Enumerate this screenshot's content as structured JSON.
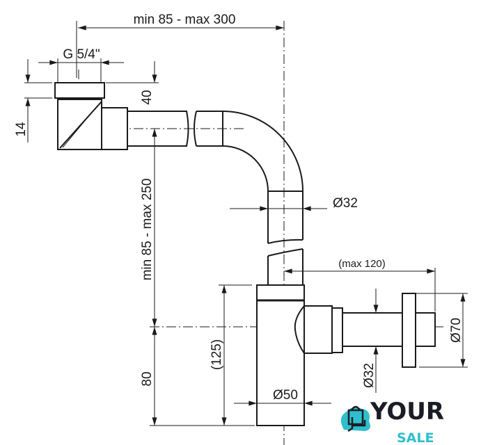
{
  "dimensions": {
    "top_width": "min 85 - max 300",
    "thread": "G 5/4\"",
    "nut_height": "14",
    "offset_40": "40",
    "vertical_range": "min 85 - max 250",
    "bottom_height": "80",
    "pipe_diameter": "Ø32",
    "outlet_length": "(max 120)",
    "flange_diameter": "Ø70",
    "outlet_diameter": "Ø32",
    "trap_height": "(125)",
    "trap_diameter": "Ø50"
  },
  "logo": {
    "word1": "YOUR",
    "word2": "SALE",
    "accent": "#2fbfcc",
    "dark": "#1c1c26"
  }
}
